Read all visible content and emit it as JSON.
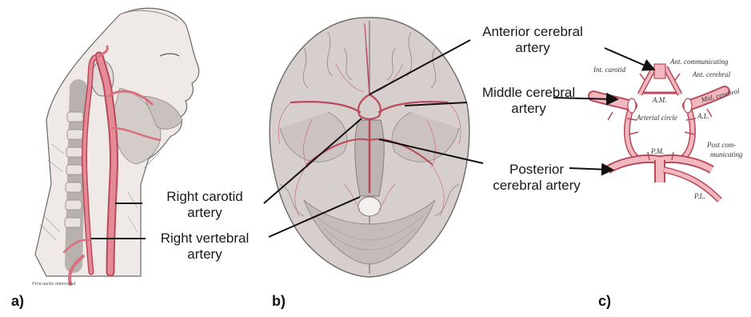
{
  "panels": {
    "a": "a)",
    "b": "b)",
    "c": "c)"
  },
  "panel_a": {
    "labels": {
      "carotid_line1": "Right carotid",
      "carotid_line2": "artery",
      "vertebral_line1": "Right vertebral",
      "vertebral_line2": "artery"
    },
    "caption": "First aortic intercostal"
  },
  "panel_b": {
    "labels": {
      "anterior_line1": "Anterior cerebral",
      "anterior_line2": "artery",
      "middle_line1": "Middle cerebral",
      "middle_line2": "artery",
      "posterior_line1": "Posterior",
      "posterior_line2": "cerebral artery"
    }
  },
  "panel_c": {
    "labels": {
      "int_carotid": "Int. carotid",
      "ant_communicating": "Ant. communicating",
      "ant_cerebral": "Ant. cerebral",
      "mid_cerebral": "Mid. cerebral",
      "arterial_circle": "Arterial circle",
      "am": "A.M.",
      "al": "A.L.",
      "pm": "P.M.",
      "post_communicating_1": "Post com-",
      "post_communicating_2": "municating",
      "pl": "P.L."
    }
  },
  "colors": {
    "artery": "#d9707e",
    "artery_dark": "#b84a5a",
    "artery_light": "#f2b8c0",
    "tissue": "#c8c2bf",
    "tissue_dark": "#8f8784",
    "brain": "#d7cfce",
    "ink": "#1a1a1a"
  }
}
